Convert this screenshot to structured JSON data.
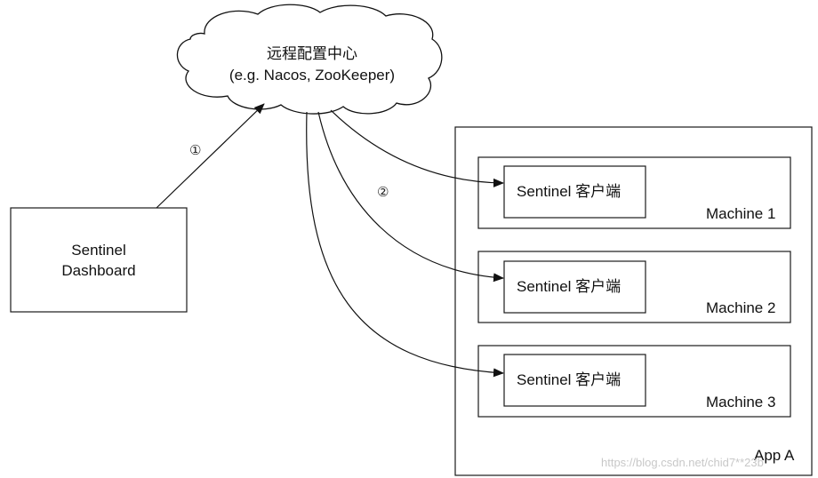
{
  "cloud": {
    "title": "远程配置中心",
    "subtitle": "(e.g. Nacos, ZooKeeper)"
  },
  "dashboard": {
    "line1": "Sentinel",
    "line2": "Dashboard"
  },
  "steps": {
    "push": "①",
    "distribute": "②"
  },
  "app": {
    "label": "App A"
  },
  "machines": [
    {
      "client": "Sentinel 客户端",
      "label": "Machine 1"
    },
    {
      "client": "Sentinel 客户端",
      "label": "Machine 2"
    },
    {
      "client": "Sentinel 客户端",
      "label": "Machine 3"
    }
  ],
  "watermark": "https://blog.csdn.net/chid7**23b"
}
